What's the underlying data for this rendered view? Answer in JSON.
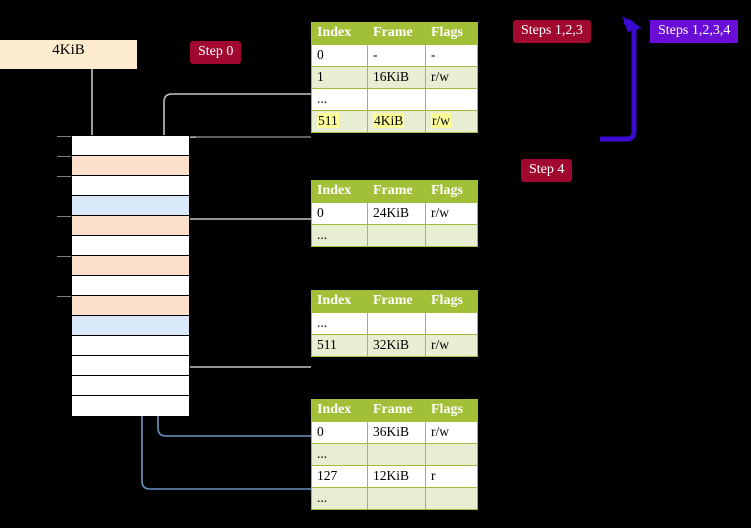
{
  "labels": {
    "step0": "Step 0",
    "step4": "Step 4",
    "steps123": "Steps 1,2,3",
    "steps1234": "Steps 1,2,3,4",
    "size4kib": "4KiB"
  },
  "colors": {
    "crimson": "#a00830",
    "violet": "#6a0dd6",
    "cream": "#fdeccd",
    "table_header": "#a2c037",
    "table_alt_row": "#e8eed2",
    "table_border": "#9fbf3b",
    "highlight": "#ffff99",
    "mem_peach": "#fde0cc",
    "mem_blue": "#d9e8f8",
    "connector_gray": "#c0c0c0",
    "connector_blue": "#6a92c0"
  },
  "tables": [
    {
      "name": "pml4-table",
      "headers": [
        "Index",
        "Frame",
        "Flags"
      ],
      "rows": [
        {
          "cells": [
            "0",
            "-",
            "-"
          ],
          "style": "plain",
          "highlight": false
        },
        {
          "cells": [
            "1",
            "16KiB",
            "r/w"
          ],
          "style": "alt",
          "highlight": false
        },
        {
          "cells": [
            "...",
            "",
            ""
          ],
          "style": "plain",
          "highlight": false
        },
        {
          "cells": [
            "511",
            "4KiB",
            "r/w"
          ],
          "style": "alt",
          "highlight": true
        }
      ]
    },
    {
      "name": "pdp-table",
      "headers": [
        "Index",
        "Frame",
        "Flags"
      ],
      "rows": [
        {
          "cells": [
            "0",
            "24KiB",
            "r/w"
          ],
          "style": "plain",
          "highlight": false
        },
        {
          "cells": [
            "...",
            "",
            ""
          ],
          "style": "alt",
          "highlight": false
        }
      ]
    },
    {
      "name": "pd-table",
      "headers": [
        "Index",
        "Frame",
        "Flags"
      ],
      "rows": [
        {
          "cells": [
            "...",
            "",
            ""
          ],
          "style": "plain",
          "highlight": false
        },
        {
          "cells": [
            "511",
            "32KiB",
            "r/w"
          ],
          "style": "alt",
          "highlight": false
        }
      ]
    },
    {
      "name": "pt-table",
      "headers": [
        "Index",
        "Frame",
        "Flags"
      ],
      "rows": [
        {
          "cells": [
            "0",
            "36KiB",
            "r/w"
          ],
          "style": "plain",
          "highlight": false
        },
        {
          "cells": [
            "...",
            "",
            ""
          ],
          "style": "alt",
          "highlight": false
        },
        {
          "cells": [
            "127",
            "12KiB",
            "r"
          ],
          "style": "plain",
          "highlight": false
        },
        {
          "cells": [
            "...",
            "",
            ""
          ],
          "style": "alt",
          "highlight": false
        }
      ]
    }
  ],
  "memory_column": {
    "rows": [
      {
        "fill": "white"
      },
      {
        "fill": "peach"
      },
      {
        "fill": "white"
      },
      {
        "fill": "blue"
      },
      {
        "fill": "peach"
      },
      {
        "fill": "white"
      },
      {
        "fill": "peach"
      },
      {
        "fill": "white"
      },
      {
        "fill": "peach"
      },
      {
        "fill": "blue"
      },
      {
        "fill": "white"
      },
      {
        "fill": "white"
      },
      {
        "fill": "white"
      },
      {
        "fill": "white"
      }
    ]
  }
}
